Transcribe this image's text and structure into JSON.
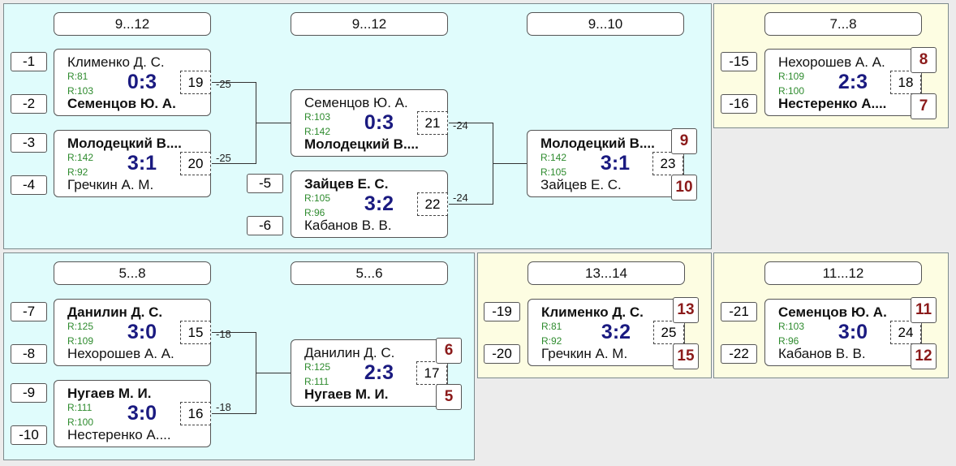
{
  "headers": {
    "a_r1": "9...12",
    "a_r2": "9...12",
    "a_r3": "9...10",
    "b": "7...8",
    "c_r1": "5...8",
    "c_r2": "5...6",
    "d": "13...14",
    "e": "11...12"
  },
  "seeds": [
    "-1",
    "-2",
    "-3",
    "-4",
    "-5",
    "-6",
    "-15",
    "-16",
    "-7",
    "-8",
    "-9",
    "-10",
    "-19",
    "-20",
    "-21",
    "-22"
  ],
  "matches": {
    "m19": {
      "p1": "Клименко Д. С.",
      "p2": "Семенцов Ю. А.",
      "r1": "R:81",
      "r2": "R:103",
      "score": "0:3",
      "num": "19"
    },
    "m20": {
      "p1": "Молодецкий В....",
      "p2": "Гречкин А. М.",
      "r1": "R:142",
      "r2": "R:92",
      "score": "3:1",
      "num": "20"
    },
    "m21": {
      "p1": "Семенцов Ю. А.",
      "p2": "Молодецкий В....",
      "r1": "R:103",
      "r2": "R:142",
      "score": "0:3",
      "num": "21"
    },
    "m22": {
      "p1": "Зайцев Е. С.",
      "p2": "Кабанов В. В.",
      "r1": "R:105",
      "r2": "R:96",
      "score": "3:2",
      "num": "22"
    },
    "m23": {
      "p1": "Молодецкий В....",
      "p2": "Зайцев Е. С.",
      "r1": "R:142",
      "r2": "R:105",
      "score": "3:1",
      "num": "23"
    },
    "m18": {
      "p1": "Нехорошев А. А.",
      "p2": "Нестеренко А....",
      "r1": "R:109",
      "r2": "R:100",
      "score": "2:3",
      "num": "18"
    },
    "m15": {
      "p1": "Данилин Д. С.",
      "p2": "Нехорошев А. А.",
      "r1": "R:125",
      "r2": "R:109",
      "score": "3:0",
      "num": "15"
    },
    "m16": {
      "p1": "Нугаев М. И.",
      "p2": "Нестеренко А....",
      "r1": "R:111",
      "r2": "R:100",
      "score": "3:0",
      "num": "16"
    },
    "m17": {
      "p1": "Данилин Д. С.",
      "p2": "Нугаев М. И.",
      "r1": "R:125",
      "r2": "R:111",
      "score": "2:3",
      "num": "17"
    },
    "m25": {
      "p1": "Клименко Д. С.",
      "p2": "Гречкин А. М.",
      "r1": "R:81",
      "r2": "R:92",
      "score": "3:2",
      "num": "25"
    },
    "m24": {
      "p1": "Семенцов Ю. А.",
      "p2": "Кабанов В. В.",
      "r1": "R:103",
      "r2": "R:96",
      "score": "3:0",
      "num": "24"
    }
  },
  "loser_labels": {
    "l19": "-25",
    "l20": "-25",
    "l21": "-24",
    "l22": "-24",
    "l15": "-18",
    "l16": "-18"
  },
  "places": {
    "m23_top": "9",
    "m23_bot": "10",
    "m18_top": "8",
    "m18_bot": "7",
    "m17_top": "6",
    "m17_bot": "5",
    "m25_top": "13",
    "m25_bot": "15",
    "m24_top": "11",
    "m24_bot": "12"
  }
}
